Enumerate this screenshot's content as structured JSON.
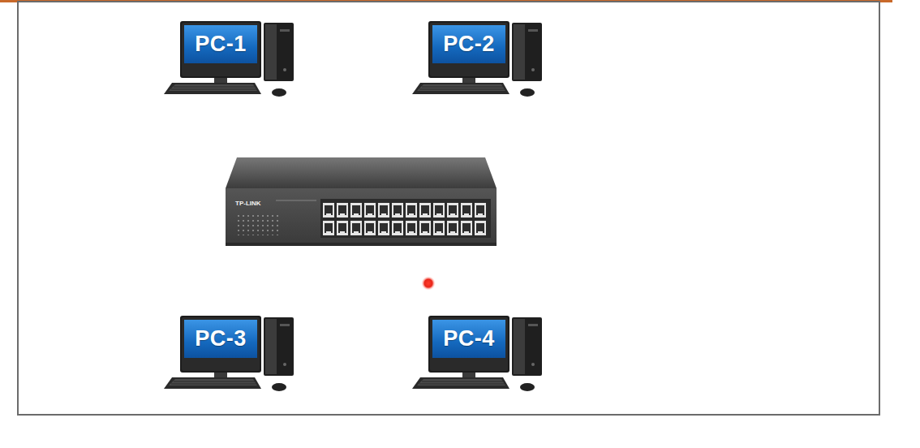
{
  "diagram": {
    "nodes": [
      {
        "text": [
          "PC-1"
        ]
      },
      {
        "text": [
          "PC-2"
        ]
      },
      {
        "text": [
          "PC-3"
        ]
      },
      {
        "text": [
          "PC-4"
        ]
      }
    ],
    "labels": [
      "TP-LINK"
    ]
  }
}
